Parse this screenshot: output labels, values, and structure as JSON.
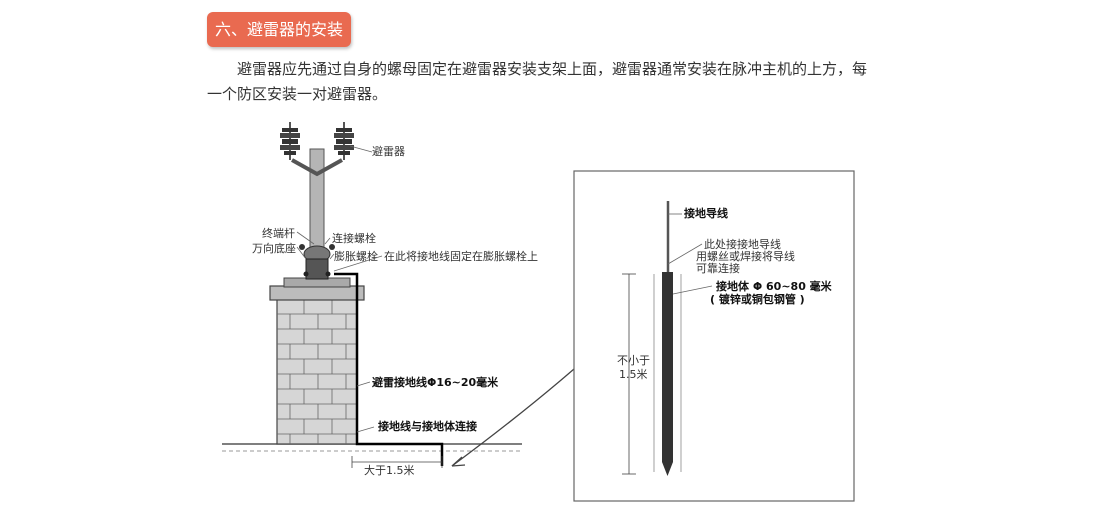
{
  "section": {
    "heading": "六、避雷器的安装",
    "paragraph": "避雷器应先通过自身的螺母固定在避雷器安装支架上面，避雷器通常安装在脉冲主机的上方，每一个防区安装一对避雷器。"
  },
  "diagram": {
    "labels": {
      "arrester": "避雷器",
      "terminal_pole": "终端杆",
      "universal_base": "万向底座",
      "connecting_bolt": "连接螺栓",
      "expansion_bolt": "膨胀螺栓",
      "fix_note": "在此将接地线固定在膨胀螺栓上",
      "ground_wire_spec": "避雷接地线Φ16~20毫米",
      "wire_to_body": "接地线与接地体连接",
      "min_distance": "大于1.5米",
      "ground_lead": "接地导线",
      "weld_note_1": "此处接接地导线",
      "weld_note_2": "用螺丝或焊接将导线",
      "weld_note_3": "可靠连接",
      "ground_body_1": "接地体 Φ 60~80 毫米",
      "ground_body_2": "( 镀锌或铜包钢管 )",
      "depth_1": "不小于",
      "depth_2": "1.5米"
    }
  }
}
